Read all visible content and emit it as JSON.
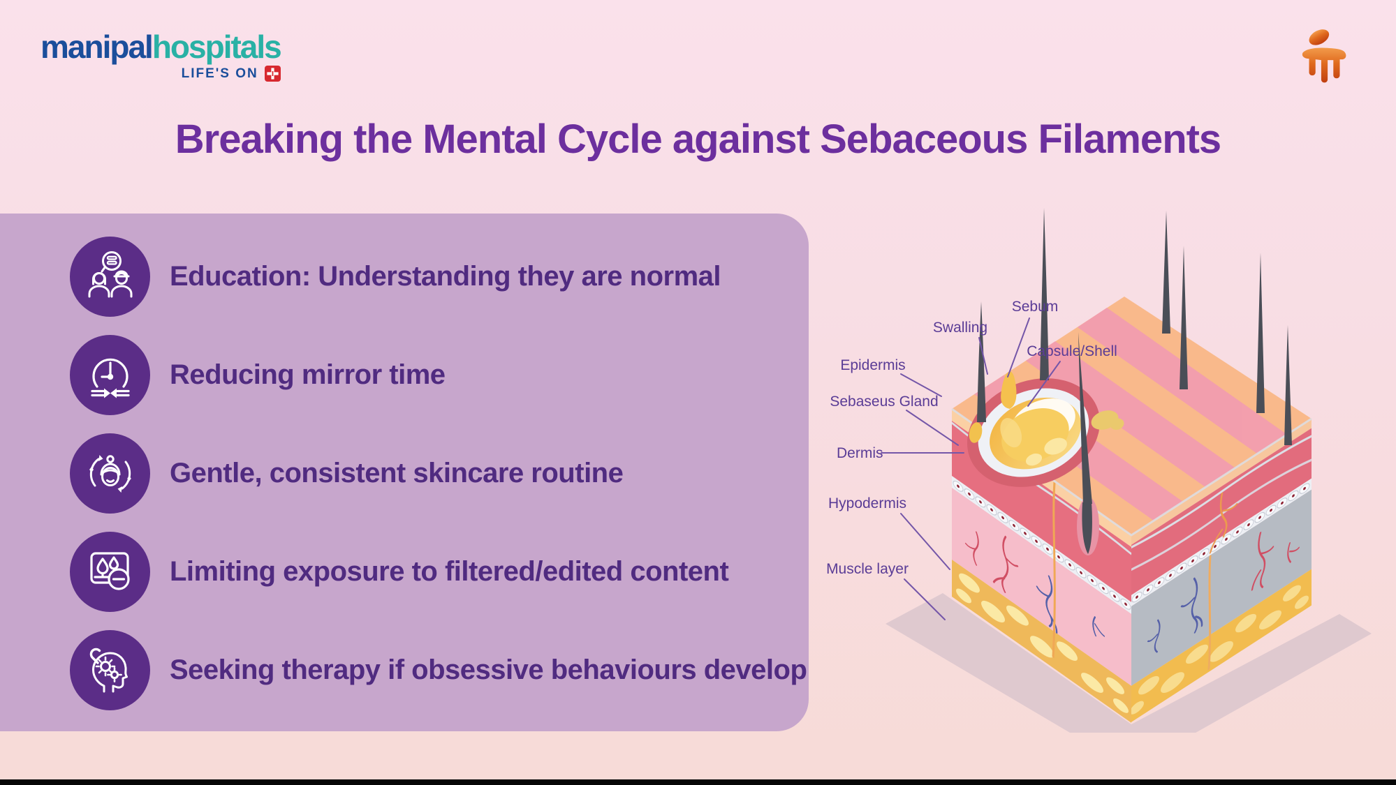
{
  "brand": {
    "name_part1": "manipal",
    "name_part2": "hospitals",
    "tagline": "LIFE'S ON"
  },
  "title": "Breaking the Mental Cycle against Sebaceous Filaments",
  "checklist": {
    "items": [
      {
        "icon": "education-people-icon",
        "label": "Education: Understanding they are normal"
      },
      {
        "icon": "mirror-time-clock-icon",
        "label": "Reducing mirror time"
      },
      {
        "icon": "skincare-face-icon",
        "label": "Gentle, consistent skincare routine"
      },
      {
        "icon": "limit-content-icon",
        "label": "Limiting exposure to filtered/edited content"
      },
      {
        "icon": "therapy-head-icon",
        "label": "Seeking therapy if obsessive behaviours develop"
      }
    ]
  },
  "diagram": {
    "labels": {
      "sebum": "Sebum",
      "swalling": "Swalling",
      "capsule_shell": "Capsule/Shell",
      "epidermis": "Epidermis",
      "sebaseus_gland": "Sebaseus Gland",
      "dermis": "Dermis",
      "hypodermis": "Hypodermis",
      "muscle_layer": "Muscle layer"
    }
  },
  "colors": {
    "accent_purple": "#5B2D87",
    "panel_mauve": "#C7A6CC",
    "title_purple": "#6C2F9E",
    "brand_blue": "#1B4E9B",
    "brand_teal": "#29B1A5",
    "brand_cross_red": "#D7282F",
    "logo_mark_orange": "#E06A1E",
    "label_purple": "#5A3C96"
  }
}
